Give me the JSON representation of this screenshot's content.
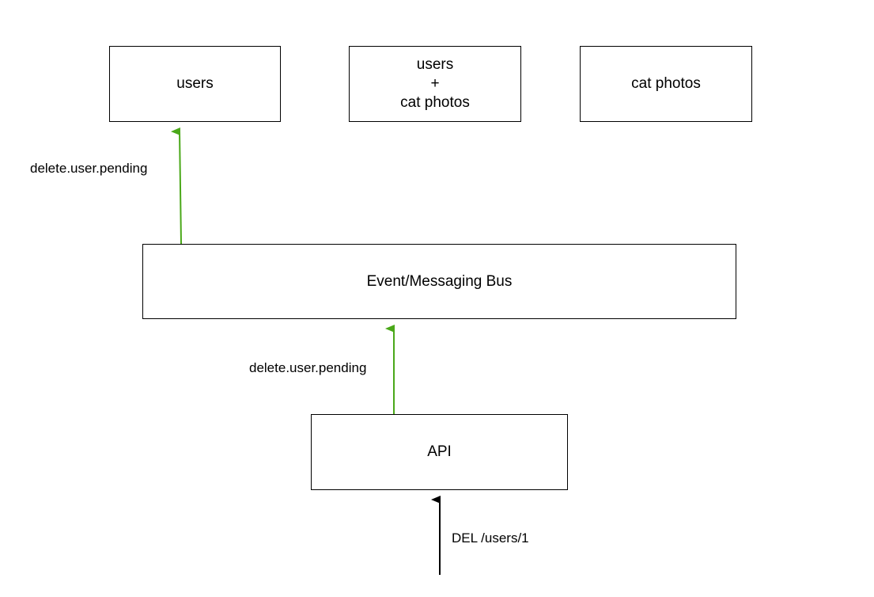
{
  "nodes": {
    "users": {
      "lines": [
        "users"
      ]
    },
    "users_cats": {
      "lines": [
        "users",
        "+",
        "cat photos"
      ]
    },
    "cat_photos": {
      "lines": [
        "cat photos"
      ]
    },
    "bus": {
      "lines": [
        "Event/Messaging Bus"
      ]
    },
    "api": {
      "lines": [
        "API"
      ]
    }
  },
  "edges": {
    "bus_to_users": {
      "label": "delete.user.pending",
      "color": "#4aa819"
    },
    "api_to_bus": {
      "label": "delete.user.pending",
      "color": "#4aa819"
    },
    "request_to_api": {
      "label": "DEL /users/1",
      "color": "#000000"
    }
  }
}
